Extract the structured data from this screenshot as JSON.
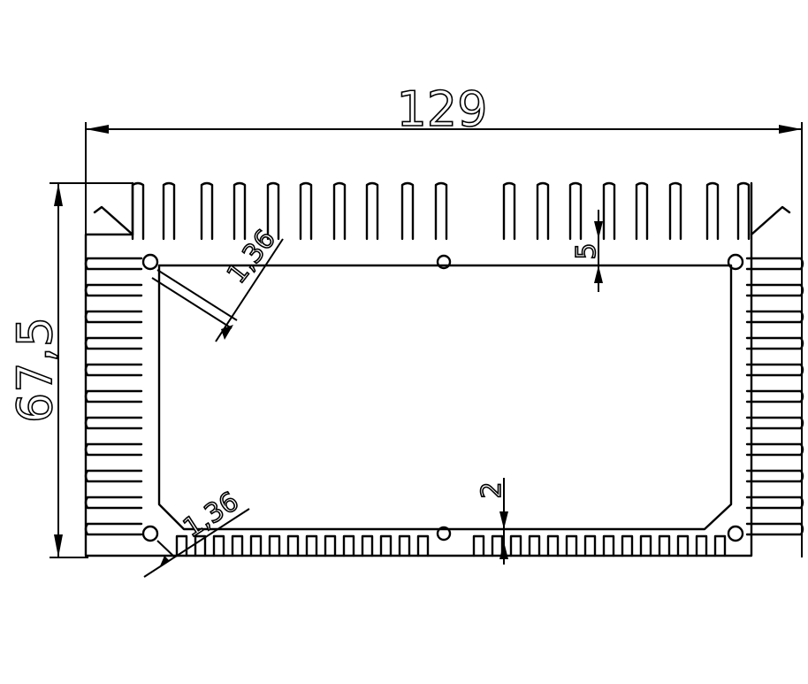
{
  "dimensions": {
    "overall_width": "129",
    "overall_height": "67,5",
    "diagonal_top": "1,36",
    "diagonal_bottom": "1,36",
    "top_fin_depth": "5",
    "bottom_wall": "2"
  }
}
